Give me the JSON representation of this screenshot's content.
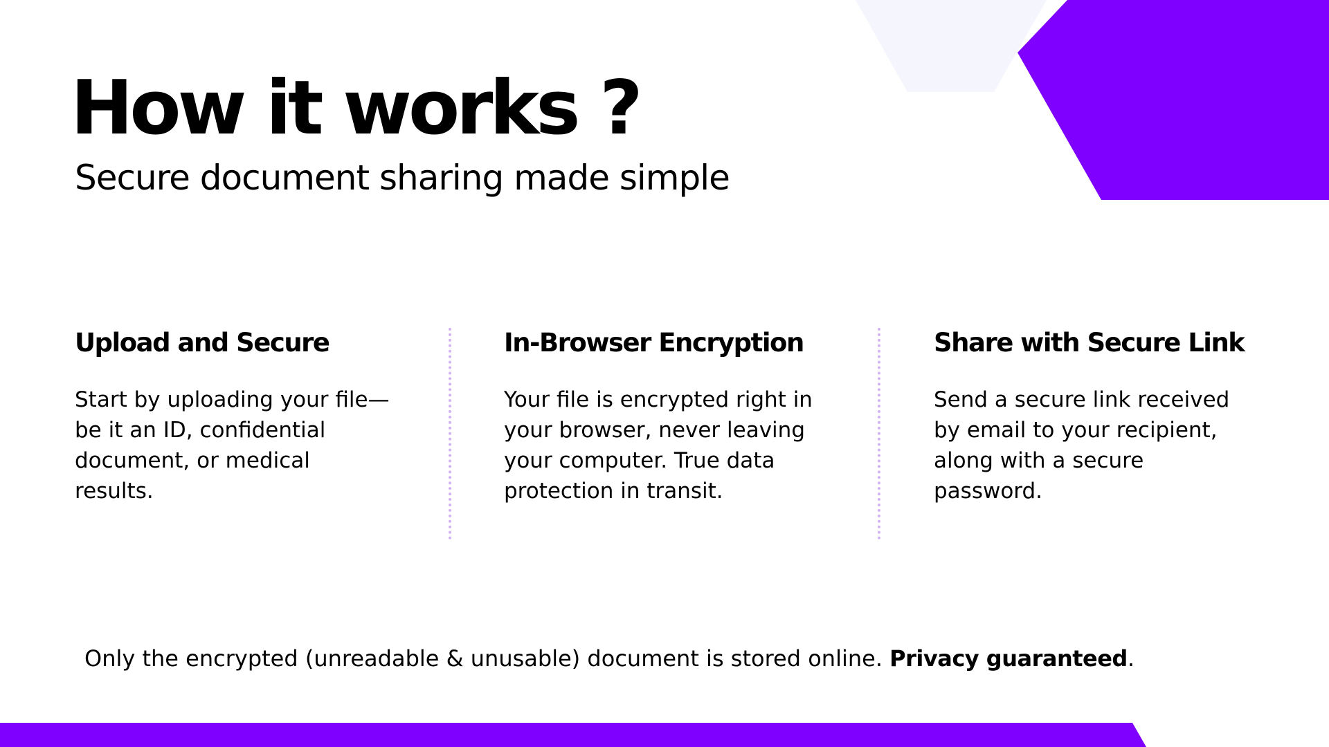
{
  "title": "How it works ?",
  "subtitle": "Secure document sharing made simple",
  "steps": [
    {
      "title": "Upload and Secure",
      "text": "Start by uploading your file—be it an ID, confidential document, or medical results."
    },
    {
      "title": "In-Browser Encryption",
      "text": "Your file is encrypted right in your browser, never leaving your computer. True data protection in transit."
    },
    {
      "title": "Share with Secure Link",
      "text": "Send a secure link received by email to your recipient, along with a secure password."
    }
  ],
  "footer": {
    "note": "Only the encrypted (unreadable & unusable) document is stored online. ",
    "emphasis": "Privacy guaranteed",
    "end": "."
  },
  "colors": {
    "accent": "#7f00ff",
    "light_shape": "#f5f5fd",
    "divider": "#d3b3f4",
    "text": "#000000",
    "background": "#ffffff"
  }
}
